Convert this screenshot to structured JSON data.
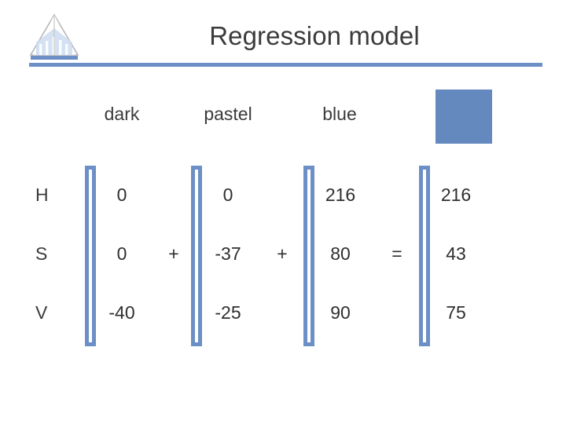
{
  "slide": {
    "title": "Regression model",
    "accent_color": "#6c8fc6",
    "swatch_color": "#6489bf",
    "text_color": "#3b3b3b",
    "logo_name": "presentation-building-logo"
  },
  "headers": [
    {
      "label": "dark"
    },
    {
      "label": "pastel"
    },
    {
      "label": "blue"
    }
  ],
  "swatch": {
    "name": "blue-color-swatch",
    "color": "#6489bf"
  },
  "row_labels": [
    "H",
    "S",
    "V"
  ],
  "matrices": [
    {
      "name": "dark-vector",
      "values": [
        "0",
        "0",
        "-40"
      ]
    },
    {
      "name": "pastel-vector",
      "values": [
        "0",
        "-37",
        "-25"
      ]
    },
    {
      "name": "blue-vector",
      "values": [
        "216",
        "80",
        "90"
      ]
    },
    {
      "name": "result-vector",
      "values": [
        "216",
        "43",
        "75"
      ]
    }
  ],
  "operators": [
    "+",
    "+",
    "="
  ]
}
